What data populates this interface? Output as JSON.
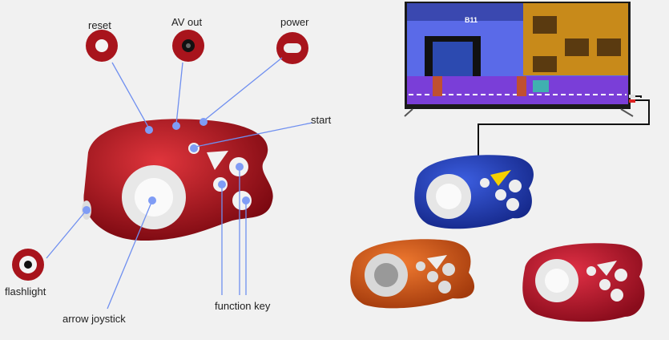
{
  "labels": {
    "reset": "reset",
    "av_out": "AV out",
    "power": "power",
    "start": "start",
    "flashlight": "flashlight",
    "arrow_joystick": "arrow joystick",
    "function_key": "function key"
  },
  "tv_screen": {
    "stage_text": "B11"
  },
  "colors": {
    "callout_line": "#6f8ff0",
    "red_body": "#b0121c",
    "blue_body": "#2343b8",
    "orange_body": "#d2571a",
    "crimson_body": "#c01a2e"
  }
}
